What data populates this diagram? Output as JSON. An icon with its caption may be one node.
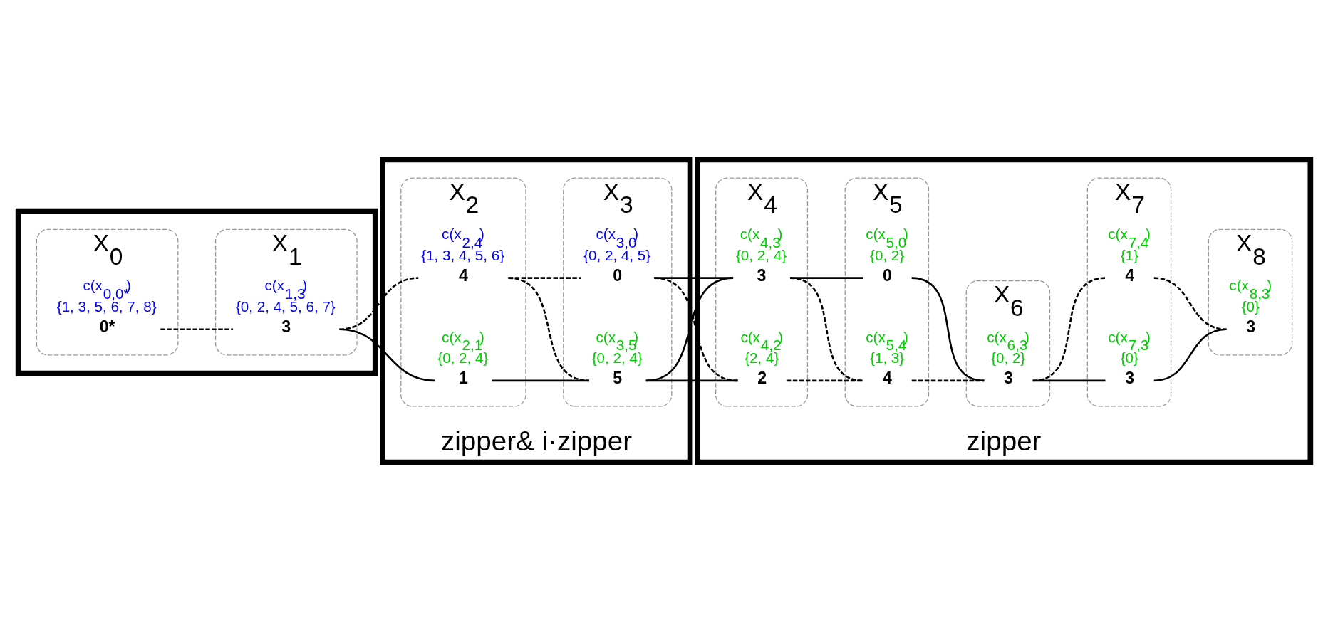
{
  "diagram": {
    "nodes": [
      {
        "text": [],
        "shape": "box"
      },
      {
        "text": [
          "X$_{0}$"
        ],
        "in": 0
      },
      {
        "text": [
          "0*"
        ],
        "in": 1,
        "beside": [
          "c(x$_{0,0*}$)",
          "{1, 3, 5, 6, 7, 8}"
        ]
      },
      {
        "text": [
          "X$_{1}$"
        ],
        "in": 0
      },
      {
        "text": [
          "3"
        ],
        "in": 3,
        "beside": [
          "c(x$_{1,3}$)",
          "{0, 2, 4, 5, 6, 7}"
        ]
      },
      {
        "text": [
          "zipper& i·zipper"
        ]
      },
      {
        "text": [
          "X$_{2}$"
        ],
        "in": 5
      },
      {
        "text": [
          "4"
        ],
        "in": 6,
        "beside": [
          "c(x$_{2,4}$)",
          "{1, 3, 4, 5, 6}"
        ]
      },
      {
        "text": [
          "1"
        ],
        "in": 6,
        "beside": [
          "c(x$_{2,1}$)",
          "{0, 2, 4}"
        ]
      },
      {
        "text": [
          "X$_{3}$"
        ],
        "in": 5
      },
      {
        "text": [
          "5"
        ],
        "in": 9,
        "beside": [
          "c(x$_{3,5}$)",
          "{0, 2, 4}"
        ]
      },
      {
        "text": [
          "0"
        ],
        "in": 9,
        "beside": [
          "c(x$_{3,0}$)",
          "{0, 2, 4, 5}"
        ]
      },
      {
        "text": [
          "zipper"
        ]
      },
      {
        "text": [
          "X$_{4}$"
        ],
        "in": 12
      },
      {
        "text": [
          "3"
        ],
        "in": 13,
        "beside": [
          "c(x$_{4,3}$)",
          "{0, 2, 4}"
        ]
      },
      {
        "text": [
          "2"
        ],
        "in": 13,
        "beside": [
          "c(x$_{4,2}$)",
          "{2, 4}"
        ]
      },
      {
        "text": [
          "X$_{5}$"
        ],
        "in": 12
      },
      {
        "text": [
          "4"
        ],
        "in": 16,
        "beside": [
          "c(x$_{5,4}$)",
          "{1, 3}"
        ]
      },
      {
        "text": [
          "0"
        ],
        "in": 16,
        "beside": [
          "c(x$_{5,0}$)",
          "{0, 2}"
        ]
      },
      {
        "text": [
          "X$_{6}$"
        ],
        "in": 12
      },
      {
        "text": [
          "3"
        ],
        "in": 19,
        "beside": [
          "c(x$_{6,3}$)",
          "{0, 2}"
        ]
      },
      {
        "text": [
          "X$_{7}$"
        ],
        "in": 12
      },
      {
        "text": [
          "4"
        ],
        "in": 21,
        "beside": [
          "c(x$_{7,4}$)",
          "{1}"
        ]
      },
      {
        "text": [
          "3"
        ],
        "in": 21,
        "beside": [
          "c(x$_{7,3}$)",
          "{0}"
        ]
      },
      {
        "text": [
          "X$_{8}$"
        ],
        "in": 12
      },
      {
        "text": [
          "3"
        ],
        "in": 24,
        "beside": [
          "c(x$_{8,3}$)",
          "{0}"
        ]
      }
    ],
    "edges": [
      {
        "from": 2,
        "to": 4,
        "arrow": "none",
        "style": "dashed"
      },
      {
        "from": 4,
        "to": 7,
        "arrow": "none",
        "style": "dashed"
      },
      {
        "from": 4,
        "to": 8,
        "arrow": "none"
      },
      {
        "from": 7,
        "to": 10,
        "arrow": "none",
        "style": "dashed"
      },
      {
        "from": 7,
        "to": 11,
        "arrow": "none",
        "style": "dashed"
      },
      {
        "from": 8,
        "to": 10,
        "arrow": "none"
      },
      {
        "from": 10,
        "to": 14,
        "arrow": "none"
      },
      {
        "from": 10,
        "to": 15,
        "arrow": "none"
      },
      {
        "from": 11,
        "to": 14,
        "arrow": "none"
      },
      {
        "from": 11,
        "to": 15,
        "arrow": "none",
        "style": "dashed"
      },
      {
        "from": 14,
        "to": 17,
        "arrow": "none",
        "style": "dashed"
      },
      {
        "from": 15,
        "to": 17,
        "arrow": "none",
        "style": "dashed"
      },
      {
        "from": 14,
        "to": 18,
        "arrow": "none"
      },
      {
        "from": 17,
        "to": 20,
        "arrow": "none",
        "style": "dashed"
      },
      {
        "from": 18,
        "to": 20,
        "arrow": "none"
      },
      {
        "from": 20,
        "to": 22,
        "arrow": "none",
        "style": "dashed"
      },
      {
        "from": 20,
        "to": 23,
        "arrow": "none"
      },
      {
        "from": 22,
        "to": 25,
        "arrow": "none",
        "style": "dashed"
      },
      {
        "from": 23,
        "to": 25,
        "arrow": "none"
      }
    ]
  }
}
